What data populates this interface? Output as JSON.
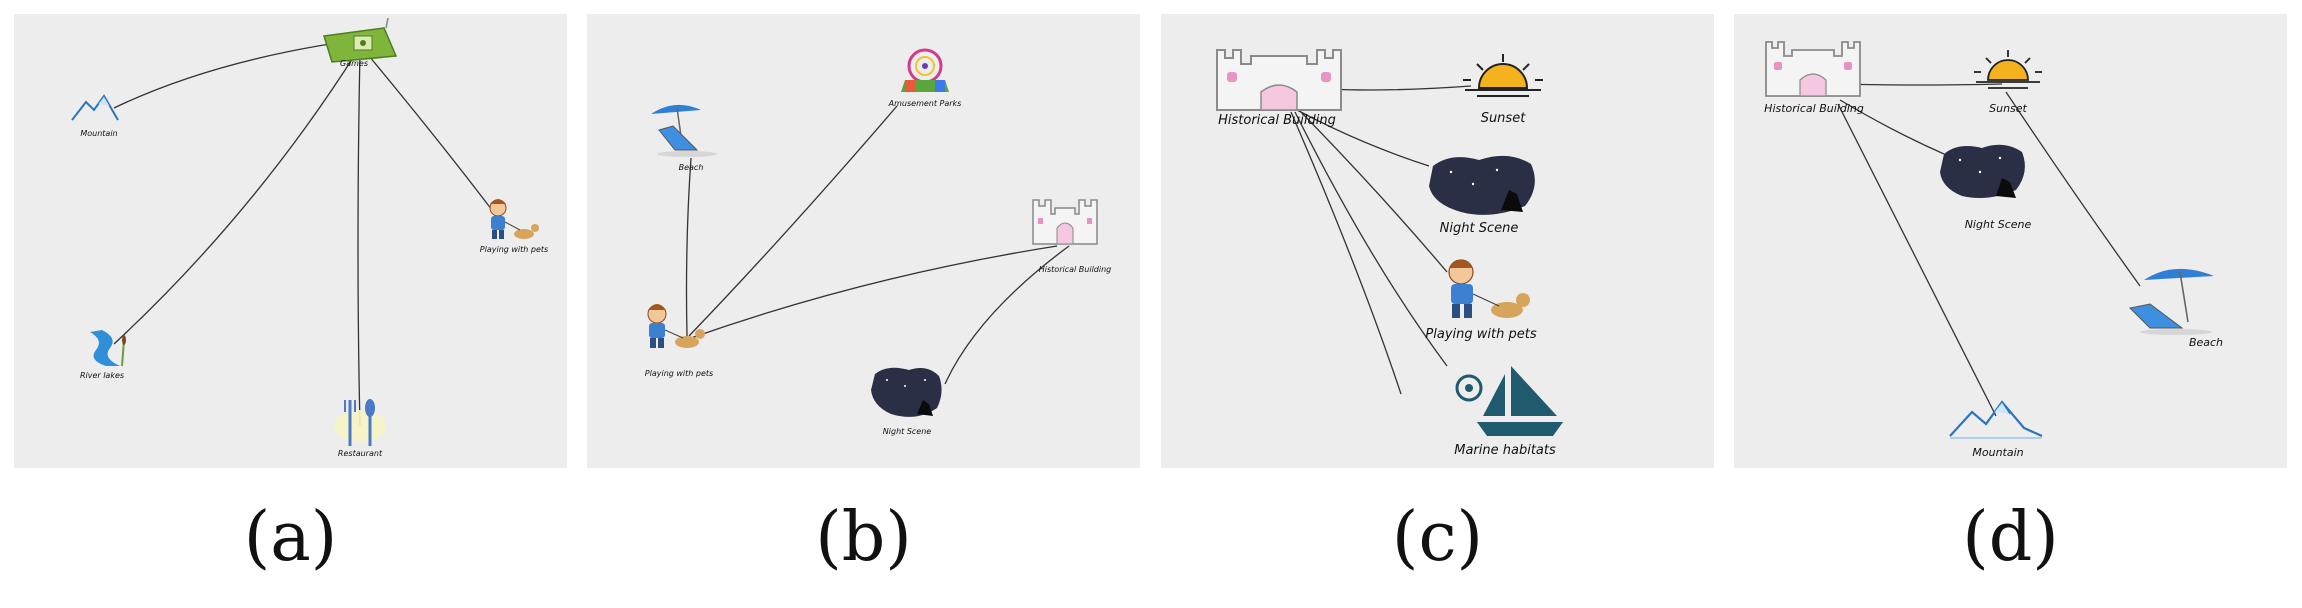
{
  "figure": {
    "panels": [
      {
        "caption": "(a)",
        "nodes": [
          "Games",
          "Mountain",
          "Playing with pets",
          "River lakes",
          "Restaurant"
        ]
      },
      {
        "caption": "(b)",
        "nodes": [
          "Amusement Parks",
          "Beach",
          "Historical Building",
          "Playing with pets",
          "Night Scene"
        ]
      },
      {
        "caption": "(c)",
        "nodes": [
          "Historical Building",
          "Sunset",
          "Night Scene",
          "Playing with pets",
          "Marine habitats"
        ]
      },
      {
        "caption": "(d)",
        "nodes": [
          "Historical Building",
          "Sunset",
          "Night Scene",
          "Beach",
          "Mountain"
        ]
      }
    ]
  }
}
